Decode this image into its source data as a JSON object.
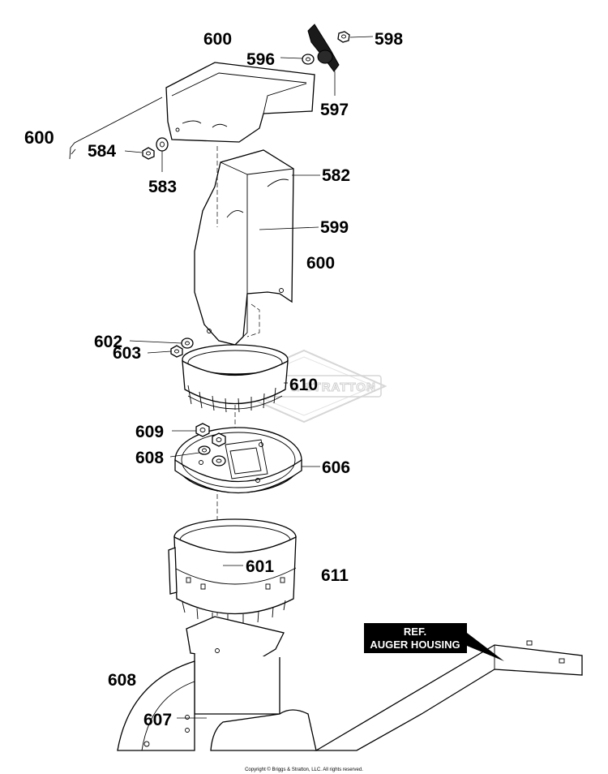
{
  "callouts": {
    "c600_top": "600",
    "c596": "596",
    "c598": "598",
    "c597": "597",
    "c600_left": "600",
    "c584": "584",
    "c583": "583",
    "c582": "582",
    "c599": "599",
    "c600_right": "600",
    "c602": "602",
    "c603": "603",
    "c610": "610",
    "c609": "609",
    "c608_mid": "608",
    "c606": "606",
    "c601": "601",
    "c611": "611",
    "c608_low": "608",
    "c607": "607"
  },
  "ref_box": {
    "line1": "REF.",
    "line2": "AUGER HOUSING"
  },
  "watermark": "BRIGGS & STRATTON",
  "copyright": "Copyright © Briggs & Stratton, LLC. All rights reserved.",
  "colors": {
    "line": "#000000",
    "background": "#ffffff",
    "watermark": "#cfcfcf",
    "ref_box_fill": "#000000"
  }
}
